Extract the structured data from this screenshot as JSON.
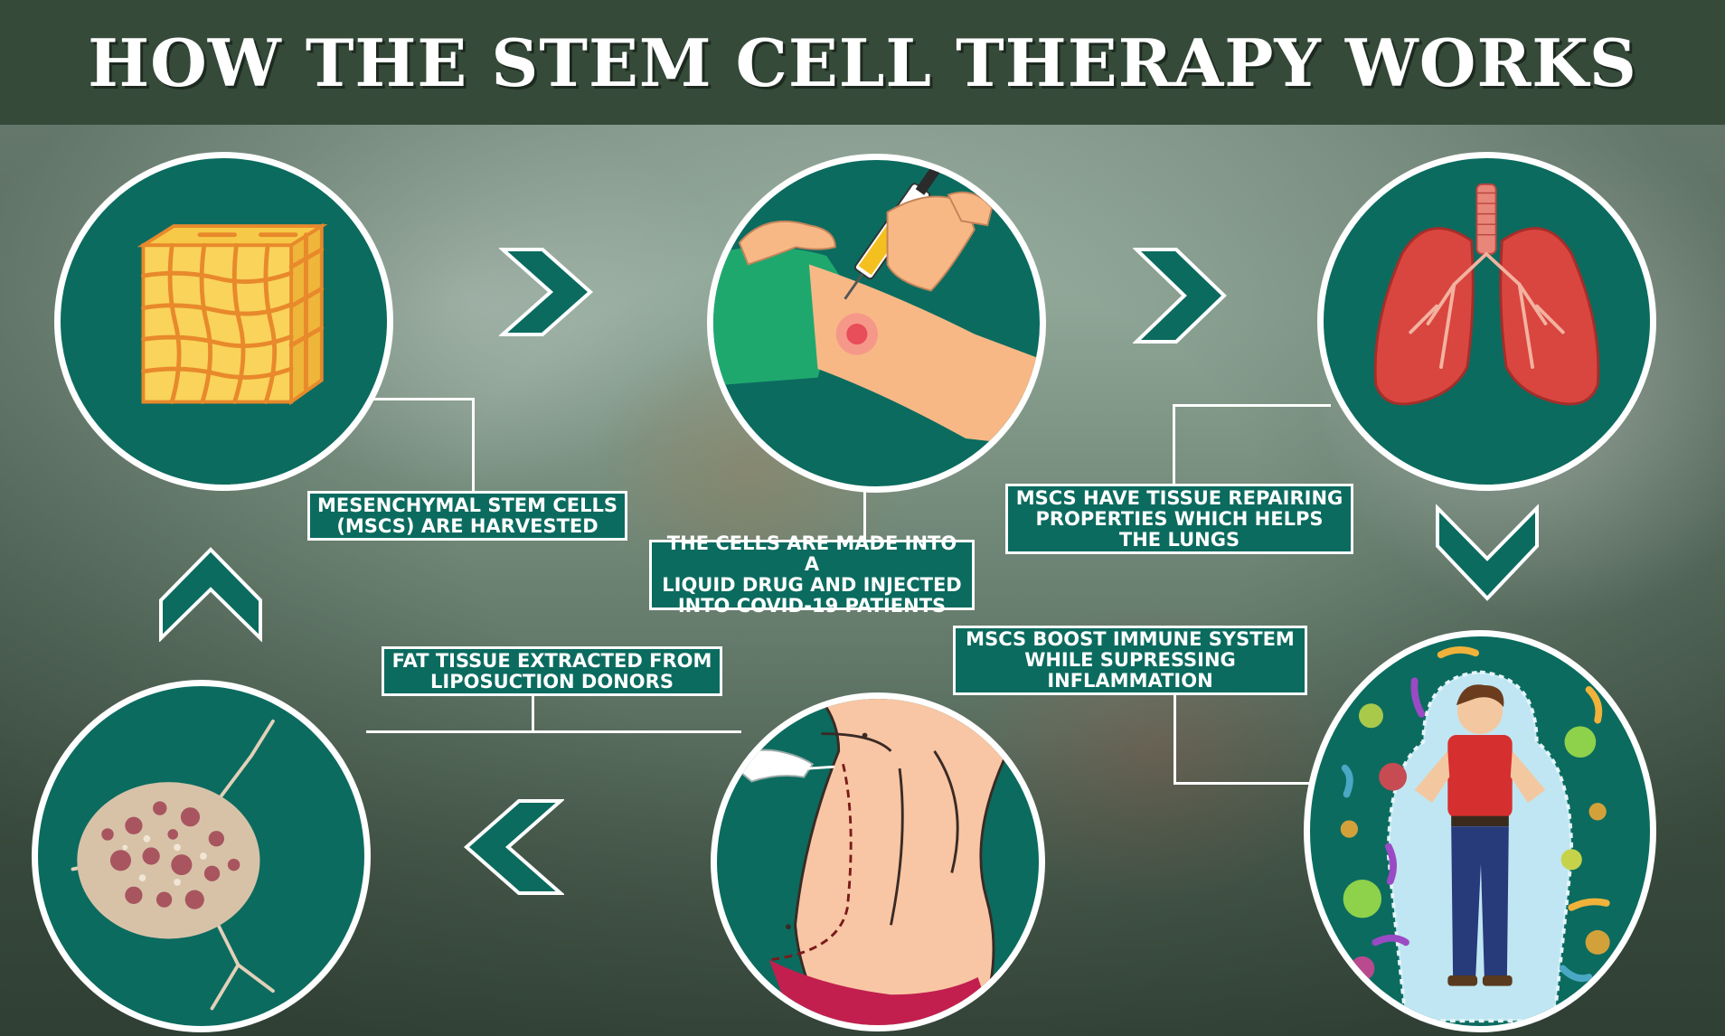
{
  "title": "HOW THE STEM CELL THERAPY WORKS",
  "colors": {
    "header": "#354a39",
    "teal": "#0b6b5f",
    "white": "#ffffff"
  },
  "steps": {
    "fat_cube": {
      "icon": "fat-tissue-cube-icon"
    },
    "injection": {
      "icon": "syringe-injection-icon"
    },
    "lungs": {
      "icon": "lungs-icon"
    },
    "immune": {
      "icon": "protected-man-bacteria-icon"
    },
    "liposuction": {
      "icon": "liposuction-body-icon"
    },
    "stem_cell": {
      "icon": "stem-cell-icon"
    }
  },
  "labels": {
    "harvested": "MESENCHYMAL STEM CELLS\n(MSCS) ARE HARVESTED",
    "injected": "THE CELLS ARE MADE INTO A\nLIQUID DRUG AND INJECTED\nINTO COVID-19 PATIENTS",
    "repairing": "MSCS HAVE TISSUE REPAIRING\nPROPERTIES WHICH HELPS\nTHE LUNGS",
    "immune": "MSCS BOOST IMMUNE SYSTEM\nWHILE SUPRESSING\nINFLAMMATION",
    "fat_tissue": "FAT TISSUE EXTRACTED FROM\nLIPOSUCTION DONORS"
  },
  "arrows": [
    "chevron-right-icon",
    "chevron-right-icon",
    "chevron-down-icon",
    "chevron-left-icon",
    "chevron-up-icon"
  ]
}
